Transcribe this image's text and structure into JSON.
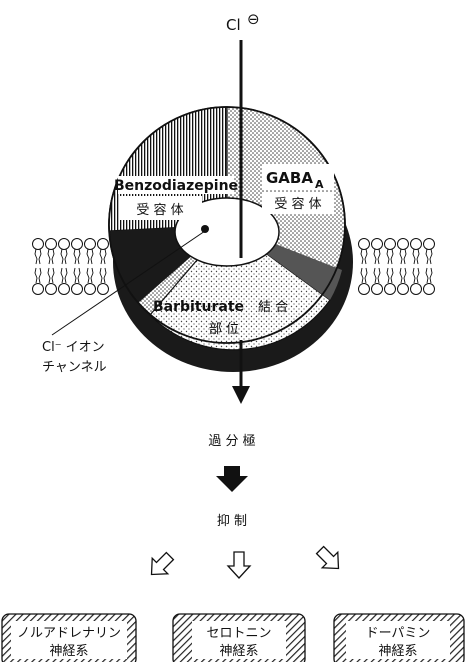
{
  "ion": {
    "symbol": "Cl",
    "charge": "⊖"
  },
  "receptor": {
    "benzodiazepine": {
      "name": "Benzodiazepine",
      "sub": "受 容 体"
    },
    "gaba": {
      "name": "GABA",
      "subscript": "A",
      "sub": "受 容 体"
    },
    "barbiturate": {
      "name": "Barbiturate",
      "suffix": "結 合",
      "sub": "部 位"
    }
  },
  "channel_label": {
    "line1": "Cl⁻ イオン",
    "line2": "チャンネル"
  },
  "flow": {
    "step1": "過 分 極",
    "step2": "抑 制"
  },
  "systems": [
    {
      "line1": "ノルアドレナリン",
      "line2": "神経系"
    },
    {
      "line1": "セロトニン",
      "line2": "神経系"
    },
    {
      "line1": "ドーパミン",
      "line2": "神経系"
    }
  ]
}
